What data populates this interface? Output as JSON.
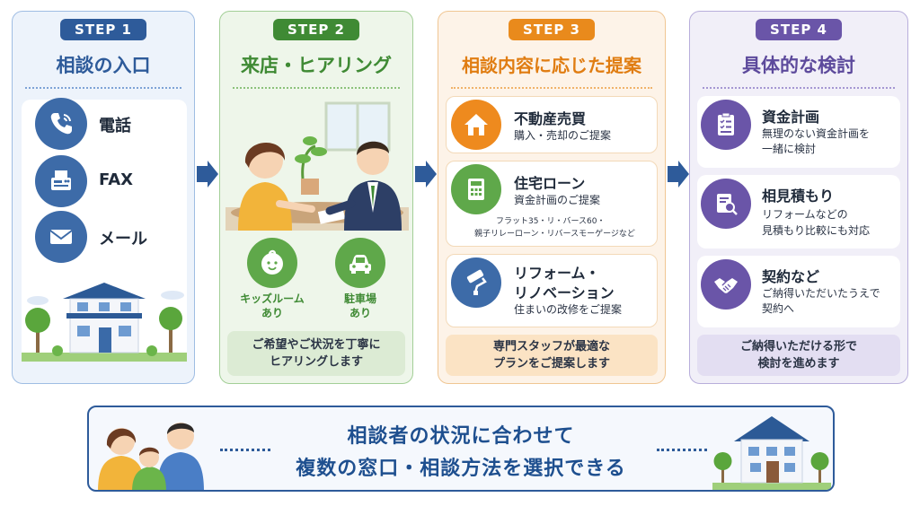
{
  "colors": {
    "step1": "#2e5b9a",
    "step2": "#3f8a34",
    "step3": "#e98a1c",
    "step4": "#6a55a8",
    "arrow": "#2e5b9a"
  },
  "step1": {
    "badge": "STEP 1",
    "title": "相談の入口",
    "items": [
      {
        "label": "電話",
        "icon": "phone-icon"
      },
      {
        "label": "FAX",
        "icon": "fax-icon"
      },
      {
        "label": "メール",
        "icon": "mail-icon"
      }
    ]
  },
  "step2": {
    "badge": "STEP 2",
    "title": "来店・ヒアリング",
    "features": [
      {
        "label": "キッズルーム",
        "label2": "あり",
        "icon": "baby-face-icon"
      },
      {
        "label": "駐車場",
        "label2": "あり",
        "icon": "car-icon"
      }
    ],
    "note_line1": "ご希望やご状況を丁寧に",
    "note_line2": "ヒアリングします"
  },
  "step3": {
    "badge": "STEP 3",
    "title": "相談内容に応じた提案",
    "cards": [
      {
        "title": "不動産売買",
        "sub": "購入・売却のご提案",
        "icon": "house-icon"
      },
      {
        "title": "住宅ローン",
        "sub": "資金計画のご提案",
        "icon": "calculator-icon",
        "extra1": "フラット35・リ・バース60・",
        "extra2": "親子リレーローン・リバースモーゲージなど"
      },
      {
        "title1": "リフォーム・",
        "title2": "リノベーション",
        "sub": "住まいの改修をご提案",
        "icon": "paint-roller-icon"
      }
    ],
    "note_line1": "専門スタッフが最適な",
    "note_line2": "プランをご提案します"
  },
  "step4": {
    "badge": "STEP 4",
    "title": "具体的な検討",
    "cards": [
      {
        "title": "資金計画",
        "sub1": "無理のない資金計画を",
        "sub2": "一緒に検討",
        "icon": "checklist-icon"
      },
      {
        "title": "相見積もり",
        "sub1": "リフォームなどの",
        "sub2": "見積もり比較にも対応",
        "icon": "document-search-icon"
      },
      {
        "title": "契約など",
        "sub1": "ご納得いただいたうえで",
        "sub2": "契約へ",
        "icon": "handshake-icon"
      }
    ],
    "note_line1": "ご納得いただける形で",
    "note_line2": "検討を進めます"
  },
  "summary": {
    "line1": "相談者の状況に合わせて",
    "line2": "複数の窓口・相談方法を選択できる"
  }
}
